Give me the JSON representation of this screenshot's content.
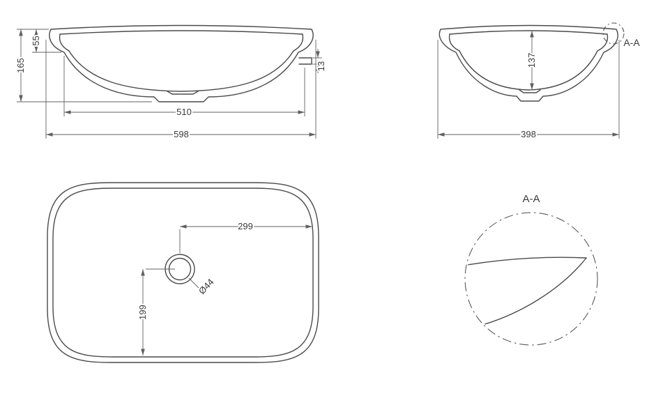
{
  "colors": {
    "line": "#4a4a4a",
    "dimension": "#606060",
    "text": "#3a3a3a",
    "background": "#ffffff"
  },
  "front_view": {
    "overall_width": "598",
    "inner_width": "510",
    "overall_height": "165",
    "rim_height": "55",
    "rim_thickness": "13"
  },
  "side_view": {
    "overall_width": "398",
    "basin_depth": "137",
    "section_label": "A-A"
  },
  "plan_view": {
    "drain_offset_x": "299",
    "drain_offset_y": "199",
    "drain_diameter": "Ø44"
  },
  "detail_view": {
    "title": "A-A"
  }
}
